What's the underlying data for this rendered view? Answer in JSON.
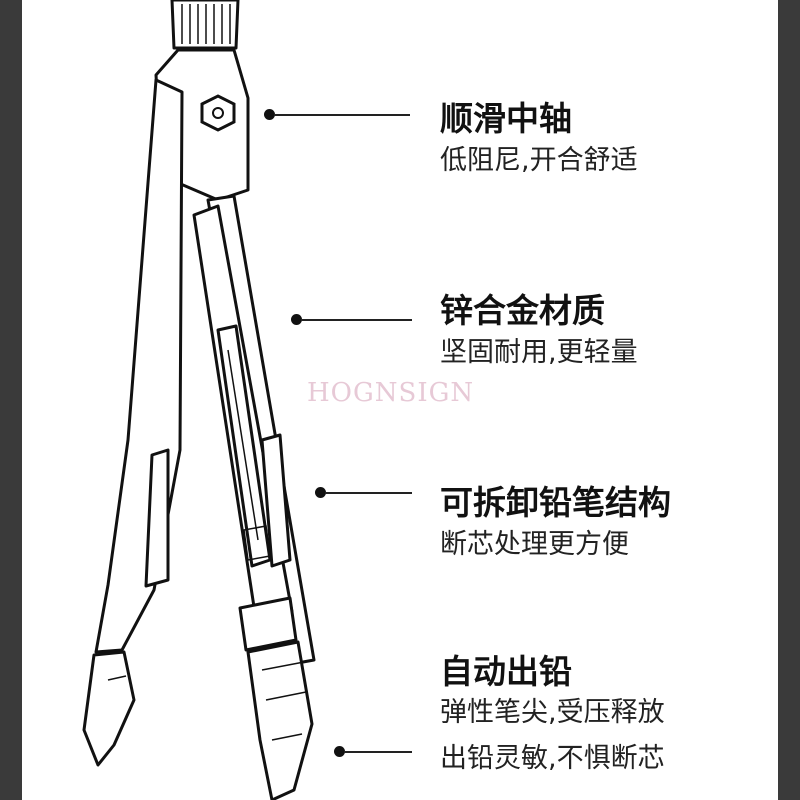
{
  "watermark": "HOGNSIGN",
  "features": [
    {
      "title": "顺滑中轴",
      "lines": [
        "低阻尼,开合舒适"
      ]
    },
    {
      "title": "锌合金材质",
      "lines": [
        "坚固耐用,更轻量"
      ]
    },
    {
      "title": "可拆卸铅笔结构",
      "lines": [
        "断芯处理更方便"
      ]
    },
    {
      "title": "自动出铅",
      "lines": [
        "弹性笔尖,受压释放",
        "出铅灵敏,不惧断芯"
      ]
    }
  ],
  "colors": {
    "frame": "#3a3a3a",
    "panel": "#ffffff",
    "ink": "#111111",
    "watermark": "#e7c9d6"
  }
}
